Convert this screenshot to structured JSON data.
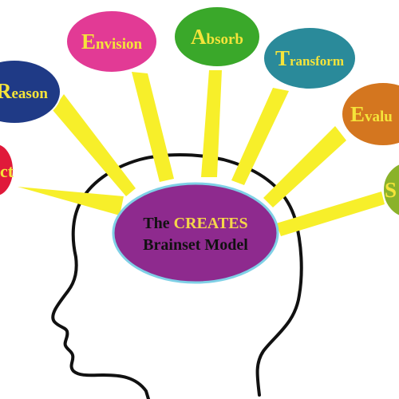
{
  "center": {
    "line1_prefix": "The ",
    "line1_highlight": "CREATES",
    "line2": "Brainset Model",
    "fill_color": "#8e2a8e",
    "highlight_color": "#f5d64a",
    "text_color": "#111111"
  },
  "ray_color": "#f7ef2a",
  "head_outline_color": "#111111",
  "bubbles": [
    {
      "id": "connect",
      "initial": "C",
      "rest": "onnect",
      "visible_text": "ct",
      "fill": "#e0193a",
      "text_color": "#f5e43a"
    },
    {
      "id": "reason",
      "initial": "R",
      "rest": "eason",
      "visible_text": "Reason",
      "fill": "#1f3a86",
      "text_color": "#f5e43a"
    },
    {
      "id": "envision",
      "initial": "E",
      "rest": "nvision",
      "visible_text": "Envision",
      "fill": "#e23a95",
      "text_color": "#f5e43a"
    },
    {
      "id": "absorb",
      "initial": "A",
      "rest": "bsorb",
      "visible_text": "Absorb",
      "fill": "#3aa82a",
      "text_color": "#f5e43a"
    },
    {
      "id": "transform",
      "initial": "T",
      "rest": "ransform",
      "visible_text": "Transform",
      "fill": "#2a8a9a",
      "text_color": "#f5e43a"
    },
    {
      "id": "evaluate",
      "initial": "E",
      "rest": "valu",
      "visible_text": "Evalu",
      "fill": "#d4761f",
      "text_color": "#f5e43a"
    },
    {
      "id": "synthesize",
      "initial": "S",
      "rest": "",
      "visible_text": "S",
      "fill": "#8ab22a",
      "text_color": "#f5e43a"
    }
  ]
}
